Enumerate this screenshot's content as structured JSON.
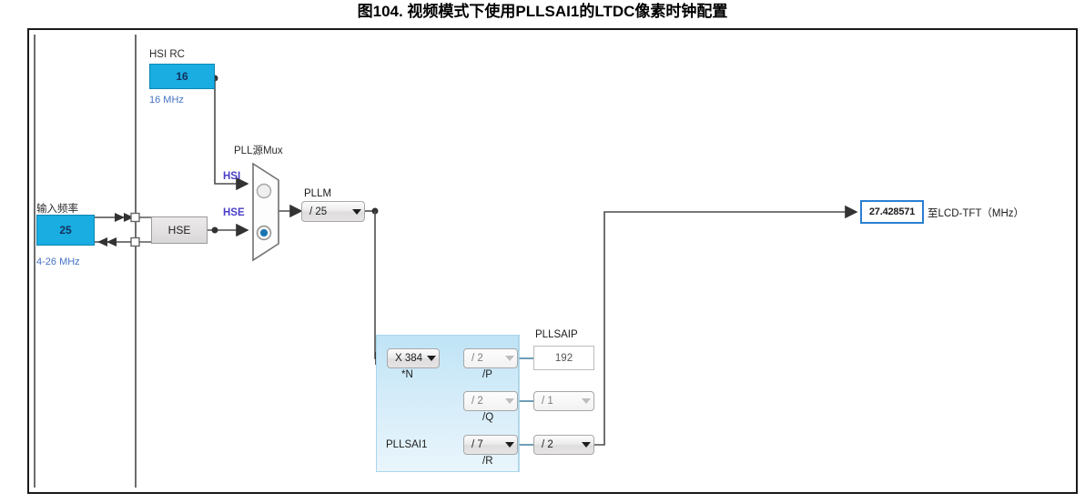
{
  "figure": {
    "title": "图104. 视频模式下使用PLLSAI1的LTDC像素时钟配置"
  },
  "sources": {
    "hsi": {
      "label": "HSI RC",
      "value": "16",
      "range": "16 MHz"
    },
    "input_frequency": {
      "label": "输入频率",
      "value": "25",
      "range": "4-26 MHz"
    },
    "hse": {
      "label": "HSE"
    }
  },
  "mux": {
    "label": "PLL源Mux",
    "input_top": "HSI",
    "input_bottom": "HSE",
    "selected": "HSE"
  },
  "pllm": {
    "label": "PLLM",
    "value": "/ 25"
  },
  "pllsai1": {
    "name": "PLLSAI1",
    "multiplier": {
      "value": "X 384",
      "caption": "*N"
    },
    "dividers": [
      {
        "value": "/ 2",
        "caption": "/P",
        "enabled": false
      },
      {
        "value": "/ 2",
        "caption": "/Q",
        "enabled": false
      },
      {
        "value": "/ 7",
        "caption": "/R",
        "enabled": true
      }
    ]
  },
  "post": {
    "pllsaip": {
      "label": "PLLSAIP",
      "value": "192"
    },
    "div_q": {
      "value": "/ 1",
      "enabled": false
    },
    "div_r": {
      "value": "/ 2",
      "enabled": true
    }
  },
  "output": {
    "value": "27.428571",
    "caption": "至LCD-TFT（MHz）"
  },
  "colors": {
    "accent_blue": "#19ade2",
    "panel_blue": "#cbe9f7",
    "output_border": "#2a7fd4",
    "signal_text": "#4a40c8",
    "range_text": "#4472c4",
    "wire": "#4d4d4d"
  }
}
